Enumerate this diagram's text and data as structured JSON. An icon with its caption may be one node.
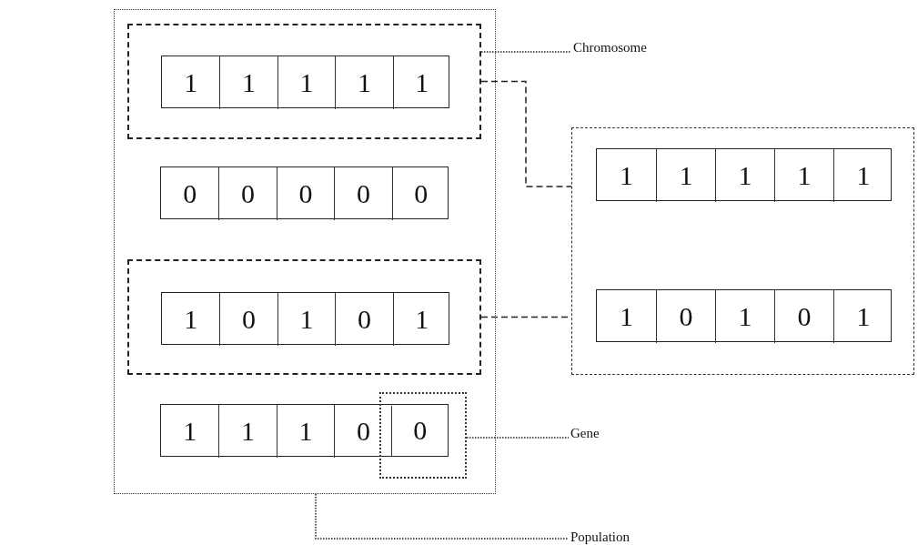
{
  "diagram": {
    "nodes": [
      {
        "text": [],
        "shape": "box"
      },
      {
        "text": [],
        "shape": "box",
        "in": 0
      },
      {
        "text": [],
        "shape": "box",
        "in": 1
      },
      {
        "text": [
          "1"
        ],
        "in": 2
      },
      {
        "text": [
          "1"
        ],
        "in": 2
      },
      {
        "text": [
          "1"
        ],
        "in": 2
      },
      {
        "text": [
          "1"
        ],
        "in": 2
      },
      {
        "text": [
          "1"
        ],
        "in": 2
      },
      {
        "text": [],
        "shape": "box",
        "in": 0
      },
      {
        "text": [
          "0"
        ],
        "in": 8
      },
      {
        "text": [
          "0"
        ],
        "in": 8
      },
      {
        "text": [
          "0"
        ],
        "in": 8
      },
      {
        "text": [
          "0"
        ],
        "in": 8
      },
      {
        "text": [
          "0"
        ],
        "in": 8
      },
      {
        "text": [],
        "shape": "box",
        "in": 0
      },
      {
        "text": [],
        "shape": "box",
        "in": 14
      },
      {
        "text": [
          "1"
        ],
        "in": 15
      },
      {
        "text": [
          "0"
        ],
        "in": 15
      },
      {
        "text": [
          "1"
        ],
        "in": 15
      },
      {
        "text": [
          "0"
        ],
        "in": 15
      },
      {
        "text": [
          "1"
        ],
        "in": 15
      },
      {
        "text": [],
        "shape": "box",
        "in": 0
      },
      {
        "text": [
          "1"
        ],
        "in": 21
      },
      {
        "text": [
          "1"
        ],
        "in": 21
      },
      {
        "text": [
          "1"
        ],
        "in": 21
      },
      {
        "text": [
          "0"
        ],
        "in": 21
      },
      {
        "text": [
          "0"
        ]
      },
      {
        "text": [],
        "shape": "box",
        "in": 0
      },
      {
        "text": [],
        "shape": "box"
      },
      {
        "text": [],
        "shape": "box",
        "in": 28
      },
      {
        "text": [
          "1"
        ],
        "in": 29
      },
      {
        "text": [
          "1"
        ],
        "in": 29
      },
      {
        "text": [
          "1"
        ],
        "in": 29
      },
      {
        "text": [
          "1"
        ],
        "in": 29
      },
      {
        "text": [
          "1"
        ],
        "in": 29
      },
      {
        "text": [],
        "shape": "box",
        "in": 28
      },
      {
        "text": [
          "1"
        ],
        "in": 35
      },
      {
        "text": [
          "0"
        ],
        "in": 35
      },
      {
        "text": [
          "1"
        ],
        "in": 35
      },
      {
        "text": [
          "0"
        ],
        "in": 35
      },
      {
        "text": [
          "1"
        ],
        "in": 35
      },
      {
        "text": [
          "Chromosome"
        ]
      },
      {
        "text": [
          "Gene"
        ]
      },
      {
        "text": [
          "Population"
        ]
      }
    ],
    "edges": [
      {
        "from": 1,
        "to": 41,
        "arrow": "none"
      },
      {
        "from": 1,
        "to": 28,
        "arrow": "none",
        "style": "dashed"
      },
      {
        "from": 14,
        "to": 28,
        "arrow": "none",
        "style": "dashed"
      },
      {
        "from": 27,
        "to": 42,
        "arrow": "none"
      },
      {
        "from": 0,
        "to": 43,
        "arrow": "none"
      }
    ]
  }
}
